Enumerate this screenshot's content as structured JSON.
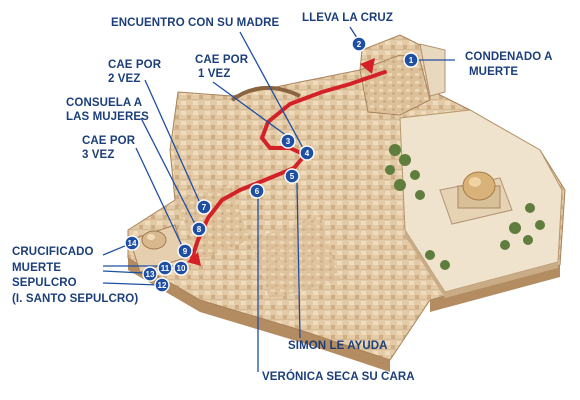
{
  "map": {
    "stations": [
      {
        "number": "1",
        "label": "CONDENADO A\nMUERTE"
      },
      {
        "number": "2",
        "label": "LLEVA LA CRUZ"
      },
      {
        "number": "3",
        "label": "CAE POR\n1 VEZ"
      },
      {
        "number": "4",
        "label": "ENCUENTRO CON SU MADRE"
      },
      {
        "number": "5",
        "label": "SIMON LE AYUDA"
      },
      {
        "number": "6",
        "label": "VERÓNICA SECA SU CARA"
      },
      {
        "number": "7",
        "label": "CAE POR\n2 VEZ"
      },
      {
        "number": "8",
        "label": "CONSUELA A\nLAS MUJERES"
      },
      {
        "number": "9",
        "label": "CAE POR\n3 VEZ"
      },
      {
        "number": "10",
        "label": "SEPULCRO"
      },
      {
        "number": "11",
        "label": "MUERTE"
      },
      {
        "number": "12",
        "label": "(I. SANTO SEPULCRO)"
      },
      {
        "number": "13",
        "label": ""
      },
      {
        "number": "14",
        "label": "CRUCIFICADO"
      }
    ]
  },
  "colors": {
    "marker": "#1f4fa3",
    "label_text": "#1c3f7a",
    "route": "#d42027",
    "stone": "#e2c9a6"
  }
}
